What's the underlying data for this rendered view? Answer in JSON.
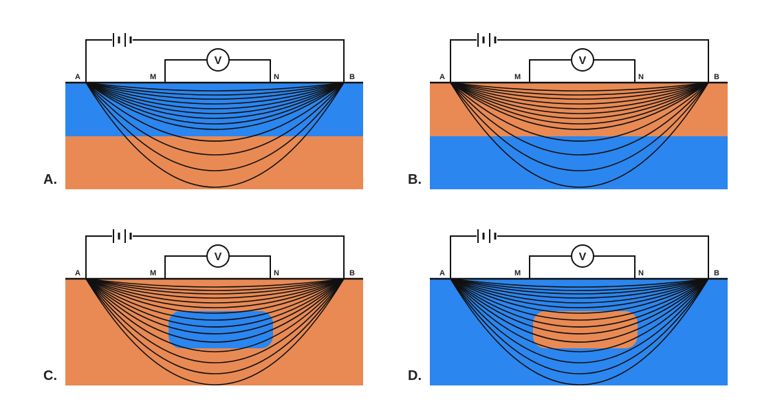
{
  "colors": {
    "blue": "#2b86ef",
    "orange": "#e98a54",
    "wire": "#111111"
  },
  "electrodes": {
    "A": "A",
    "M": "M",
    "N": "N",
    "B": "B"
  },
  "voltmeter": "V",
  "panels": [
    {
      "id": "a",
      "label": "A.",
      "scenario": "two-layer",
      "top_layer": "blue",
      "bottom_layer": "orange",
      "inclusion": null
    },
    {
      "id": "b",
      "label": "B.",
      "scenario": "two-layer",
      "top_layer": "orange",
      "bottom_layer": "blue",
      "inclusion": null
    },
    {
      "id": "c",
      "label": "C.",
      "scenario": "inclusion",
      "background": "orange",
      "inclusion": "blue"
    },
    {
      "id": "d",
      "label": "D.",
      "scenario": "inclusion",
      "background": "blue",
      "inclusion": "orange"
    }
  ]
}
